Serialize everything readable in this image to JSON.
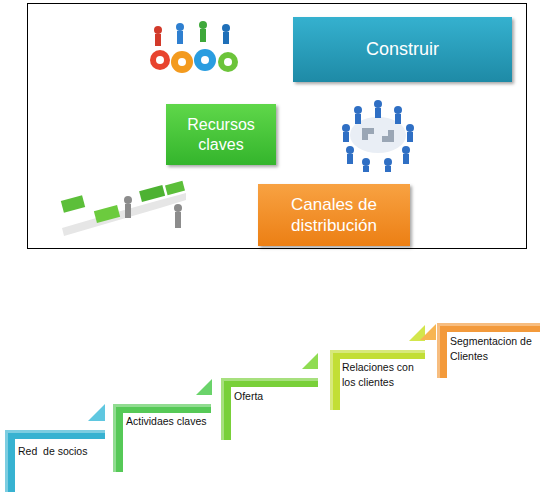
{
  "diagram": {
    "nodes": [
      {
        "text": [
          "Construir"
        ]
      },
      {
        "text": [
          "Recursos claves"
        ]
      },
      {
        "text": [
          "Canales de distribución"
        ]
      },
      {
        "text": [
          "Red  de socios"
        ]
      },
      {
        "text": [
          "Actividaes claves"
        ]
      },
      {
        "text": [
          "Oferta"
        ]
      },
      {
        "text": [
          "Relaciones con los clientes"
        ]
      },
      {
        "text": [
          "Segmentacion de Clientes"
        ]
      }
    ]
  }
}
